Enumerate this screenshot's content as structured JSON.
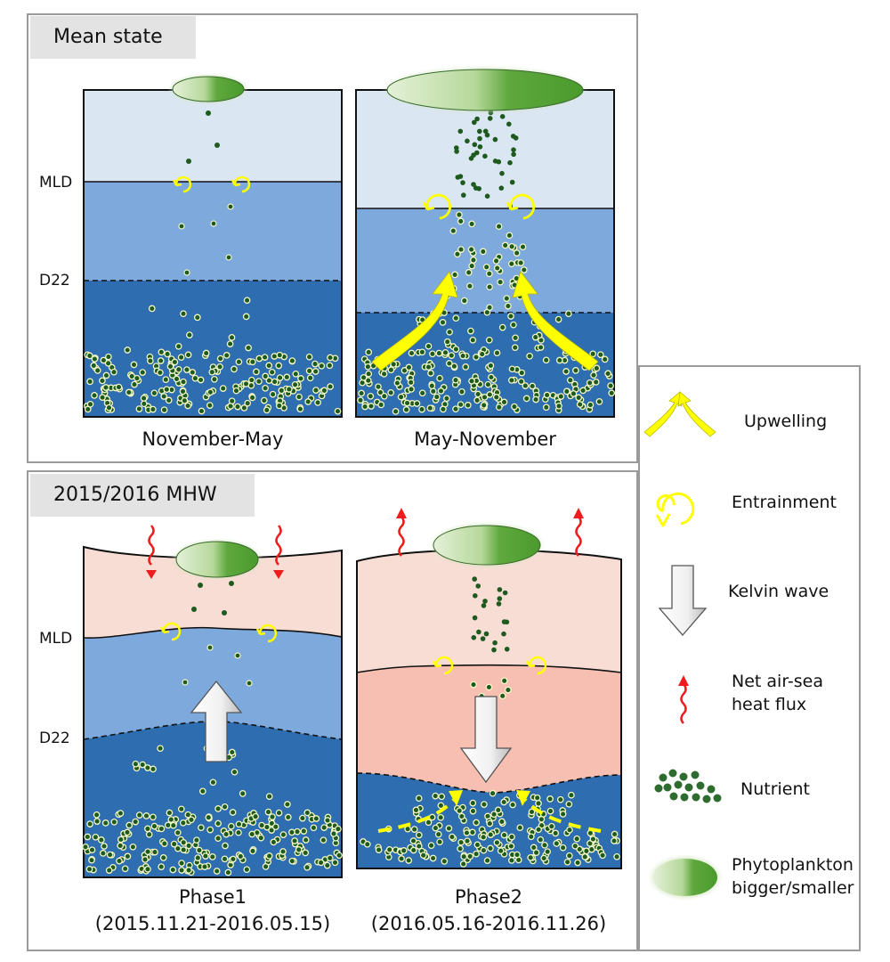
{
  "panels": {
    "mean_state": {
      "title": "Mean state",
      "left_caption": "November-May",
      "right_caption": "May-November"
    },
    "mhw": {
      "title": "2015/2016 MHW",
      "left_caption_line1": "Phase1",
      "left_caption_line2": "(2015.11.21-2016.05.15)",
      "right_caption_line1": "Phase2",
      "right_caption_line2": "(2016.05.16-2016.11.26)"
    }
  },
  "depth_labels": {
    "mld": "MLD",
    "d22": "D22"
  },
  "legend": {
    "upwelling": "Upwelling",
    "entrainment": "Entrainment",
    "kelvin_wave": "Kelvin wave",
    "heat_flux_line1": "Net air-sea",
    "heat_flux_line2": "heat flux",
    "nutrient": "Nutrient",
    "phyto_line1": "Phytoplankton",
    "phyto_line2": "bigger/smaller"
  },
  "colors": {
    "surface_blue": "#dbe6f3",
    "middle_blue": "#7ea9dc",
    "deep_blue": "#2e6db0",
    "surface_pink": "#f8ddd5",
    "middle_pink": "#f7bfb1",
    "nutrient_dot": "#1e5a1e",
    "phytoplankton": "#5aa33c",
    "arrow_yellow": "#ffff00",
    "heat_red": "#ee1c1c"
  }
}
